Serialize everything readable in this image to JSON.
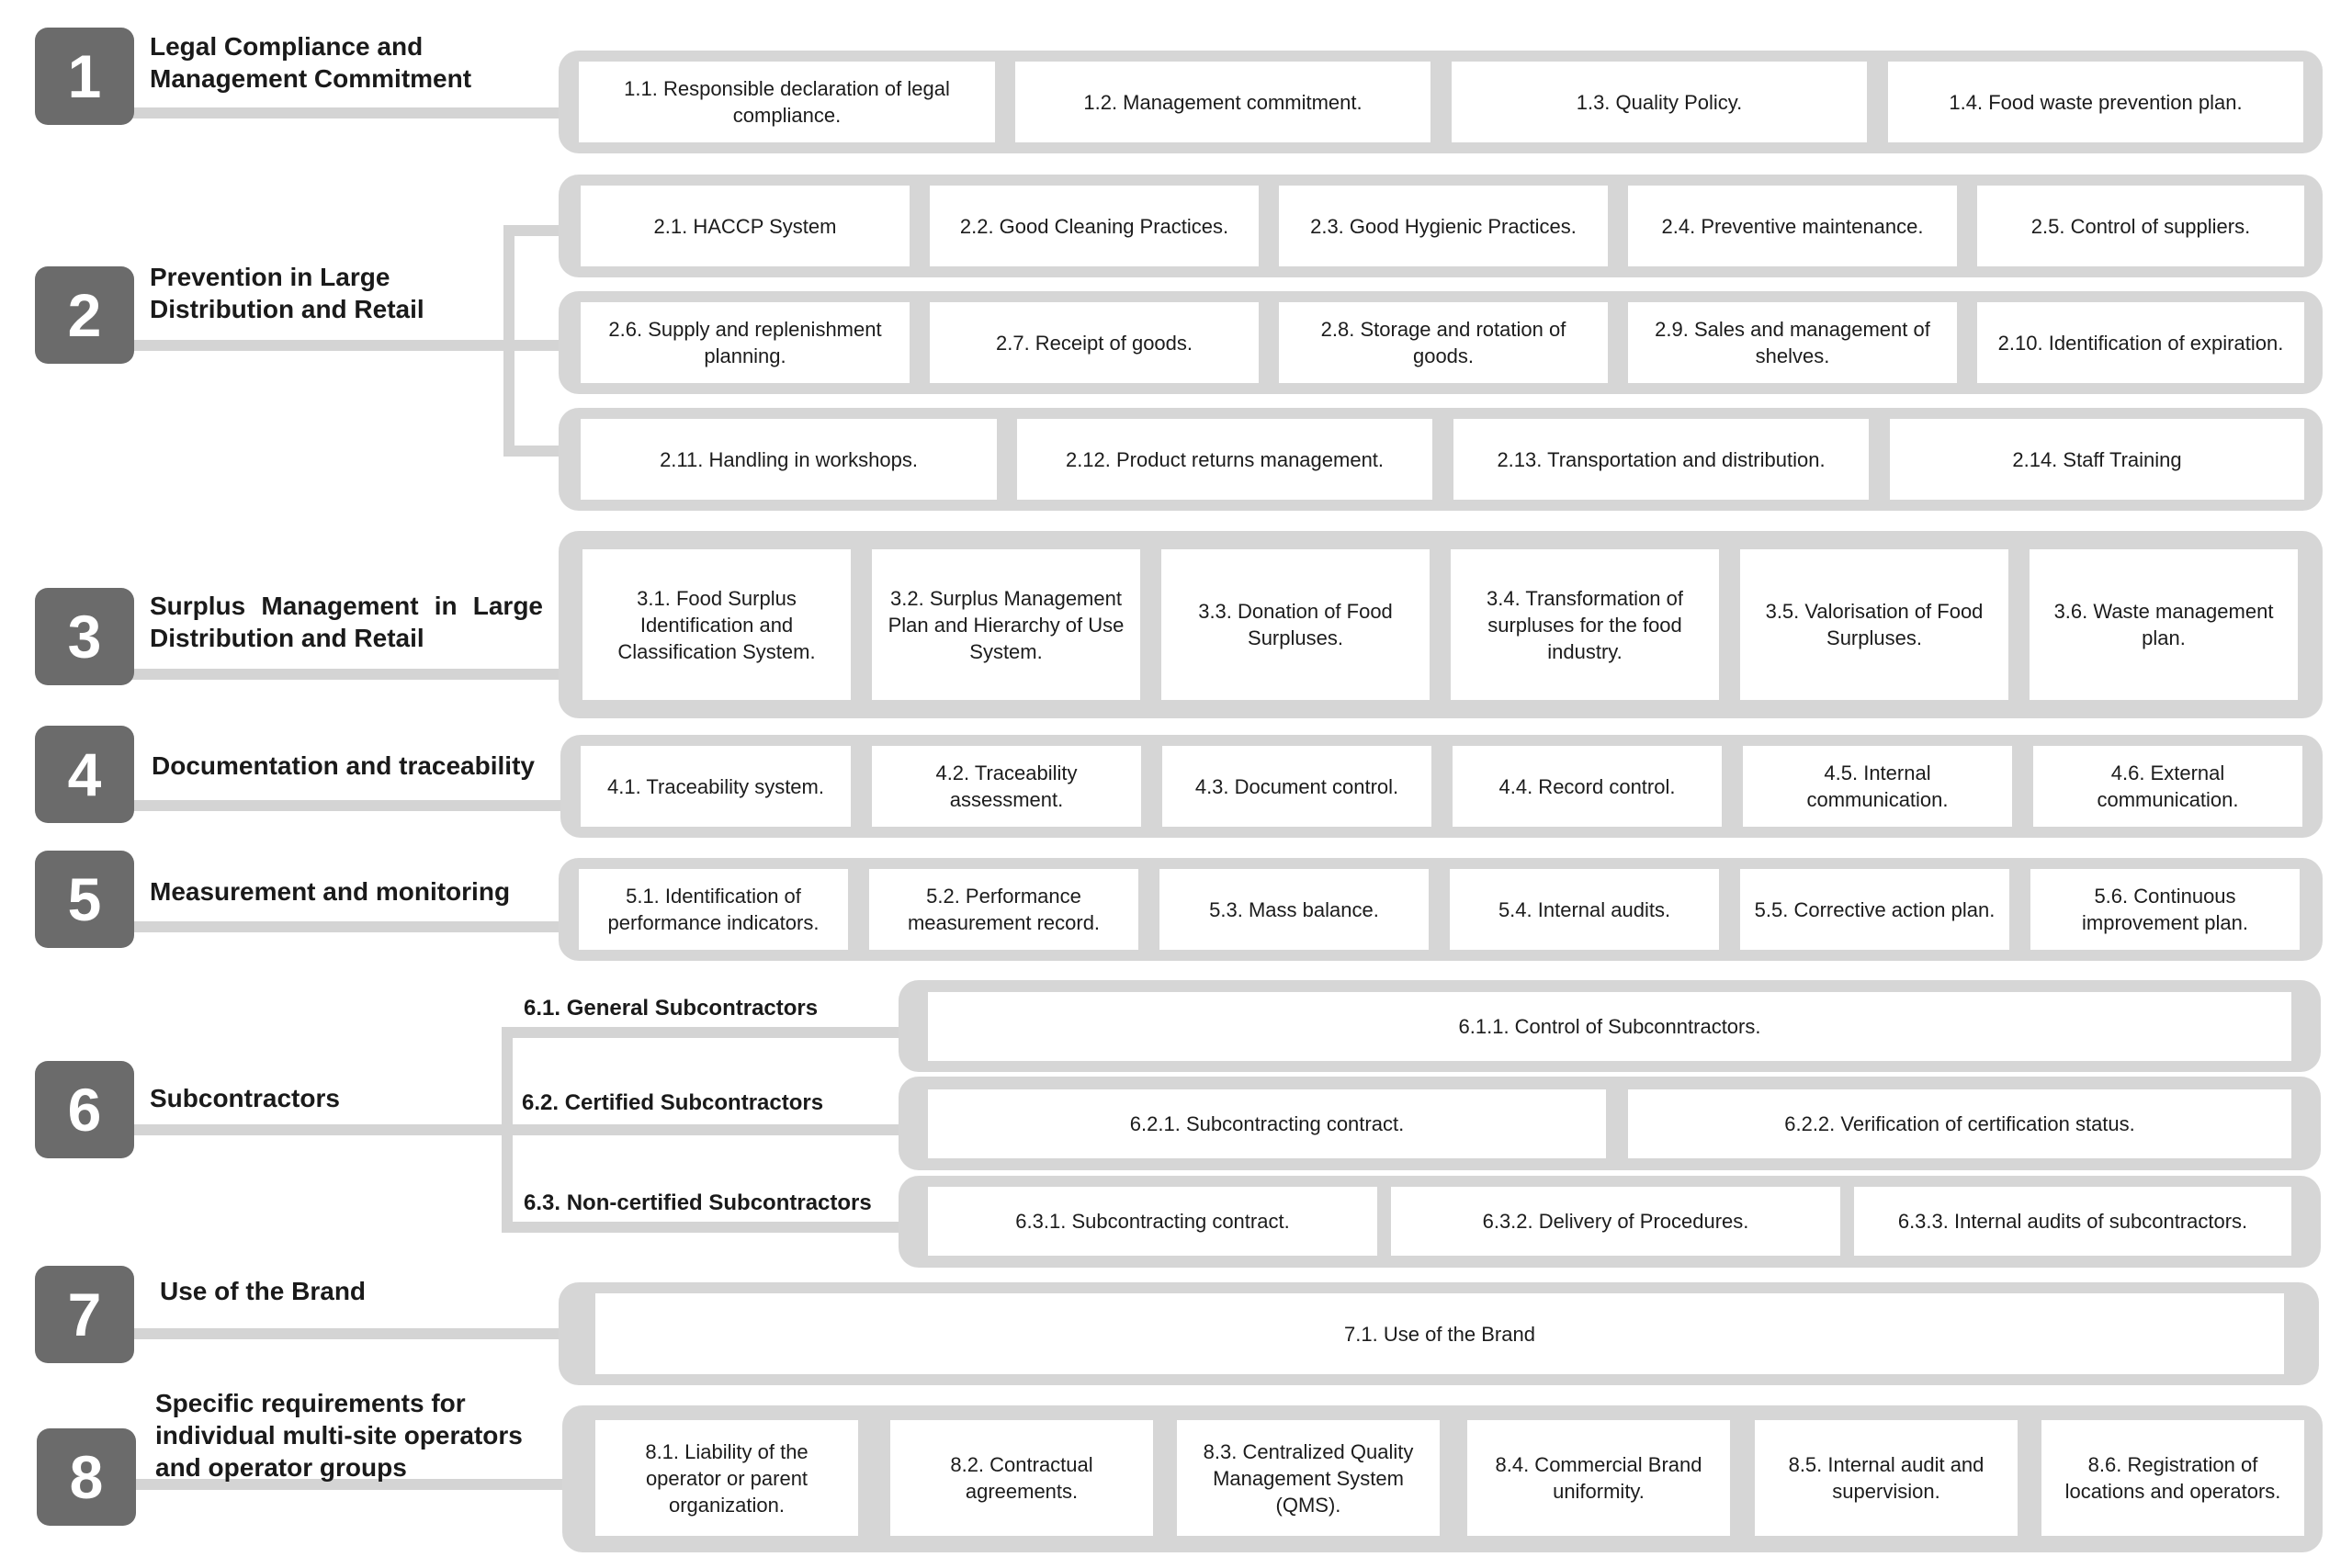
{
  "colors": {
    "number_badge": "#6b6b6b",
    "panel": "#d6d6d6",
    "connector": "#d4d4d4",
    "box": "#ffffff"
  },
  "sections": [
    {
      "number": "1",
      "title": "Legal Compliance and Management Commitment",
      "items": [
        "1.1. Responsible declaration of legal compliance.",
        "1.2. Management commitment.",
        "1.3. Quality Policy.",
        "1.4.   Food waste prevention plan."
      ]
    },
    {
      "number": "2",
      "title": "Prevention in Large Distribution and Retail",
      "rows": [
        [
          "2.1. HACCP System",
          "2.2. Good Cleaning Practices.",
          "2.3. Good Hygienic Practices.",
          "2.4. Preventive maintenance.",
          "2.5. Control of suppliers."
        ],
        [
          "2.6. Supply and replenishment planning.",
          "2.7. Receipt of goods.",
          "2.8. Storage and rotation of goods.",
          "2.9. Sales and management of shelves.",
          "2.10. Identification of expiration."
        ],
        [
          "2.11. Handling in workshops.",
          "2.12. Product returns management.",
          "2.13. Transportation and distribution.",
          "2.14. Staff Training"
        ]
      ]
    },
    {
      "number": "3",
      "title": "Surplus Management in Large Distribution and Retail",
      "items": [
        "3.1. Food Surplus Identification and Classification System.",
        "3.2. Surplus Management Plan and Hierarchy of Use System.",
        "3.3. Donation of Food Surpluses.",
        "3.4. Transformation of surpluses for the food industry.",
        "3.5. Valorisation of Food Surpluses.",
        "3.6. Waste management plan."
      ]
    },
    {
      "number": "4",
      "title": "Documentation and traceability",
      "items": [
        "4.1. Traceability system.",
        "4.2. Traceability assessment.",
        "4.3. Document control.",
        "4.4. Record control.",
        "4.5. Internal communication.",
        "4.6. External communication."
      ]
    },
    {
      "number": "5",
      "title": "Measurement and monitoring",
      "items": [
        "5.1. Identification of performance indicators.",
        "5.2. Performance measurement record.",
        "5.3. Mass balance.",
        "5.4. Internal audits.",
        "5.5. Corrective action plan.",
        "5.6. Continuous improvement plan."
      ]
    },
    {
      "number": "6",
      "title": "Subcontractors",
      "groups": [
        {
          "label": "6.1. General Subcontractors",
          "items": [
            "6.1.1.   Control of Subconntractors."
          ]
        },
        {
          "label": "6.2. Certified Subcontractors",
          "items": [
            "6.2.1. Subcontracting contract.",
            "6.2.2. Verification of certification status."
          ]
        },
        {
          "label": "6.3. Non-certified Subcontractors",
          "items": [
            "6.3.1. Subcontracting contract.",
            "6.3.2. Delivery of Procedures.",
            "6.3.3. Internal audits of subcontractors."
          ]
        }
      ]
    },
    {
      "number": "7",
      "title": "Use of the Brand",
      "items": [
        "7.1.   Use of the Brand"
      ]
    },
    {
      "number": "8",
      "title": "Specific requirements for individual multi-site operators and operator groups",
      "items": [
        "8.1. Liability of the operator or parent organization.",
        "8.2. Contractual agreements.",
        "8.3. Centralized Quality Management System (QMS).",
        "8.4. Commercial Brand uniformity.",
        "8.5. Internal audit and supervision.",
        "8.6. Registration of locations and operators."
      ]
    }
  ]
}
